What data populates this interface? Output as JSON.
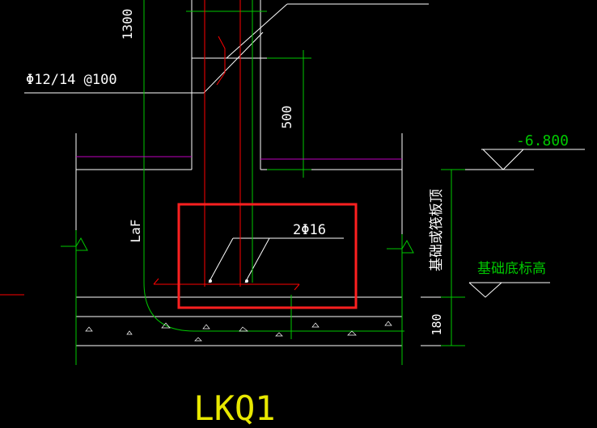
{
  "drawing": {
    "title": "LKQ1",
    "labels": {
      "dim_1300": "1300",
      "rebar_spec": "Φ12/14 @100",
      "dim_500": "500",
      "elevation_value": "-6.800",
      "dim_LaF": "LaF",
      "rebar_bottom": "2Φ16",
      "foundation_raft_top": "基础或筏板顶",
      "foundation_bottom_elev": "基础底标高",
      "dim_180": "180"
    },
    "colors": {
      "background": "#000000",
      "outline": "#ffffff",
      "green": "#00c800",
      "red": "#ff0000",
      "yellow": "#e8e800",
      "magenta": "#c000c0",
      "highlight_box": "#ff2020"
    }
  }
}
